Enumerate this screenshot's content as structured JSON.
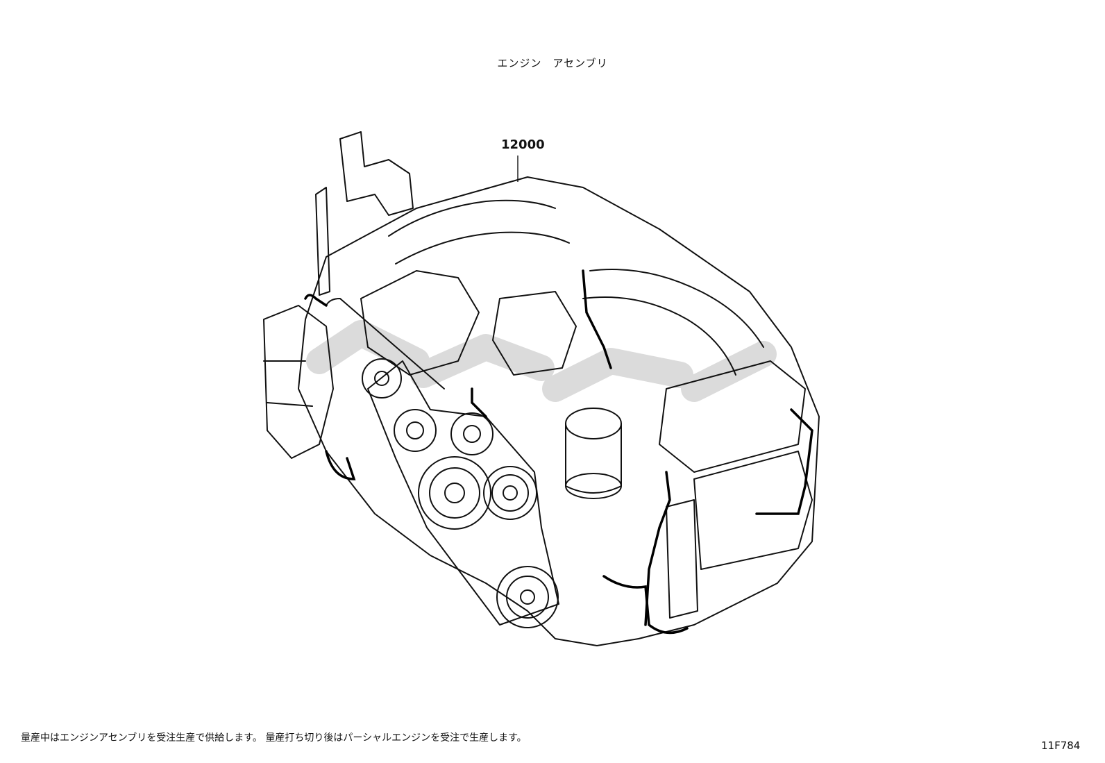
{
  "title": "エンジン　アセンブリ",
  "part_number": "12000",
  "footnote": "量産中はエンジンアセンブリを受注生産で供給します。 量産打ち切り後はパーシャルエンジンを受注で生産します。",
  "figure_id": "11F784"
}
